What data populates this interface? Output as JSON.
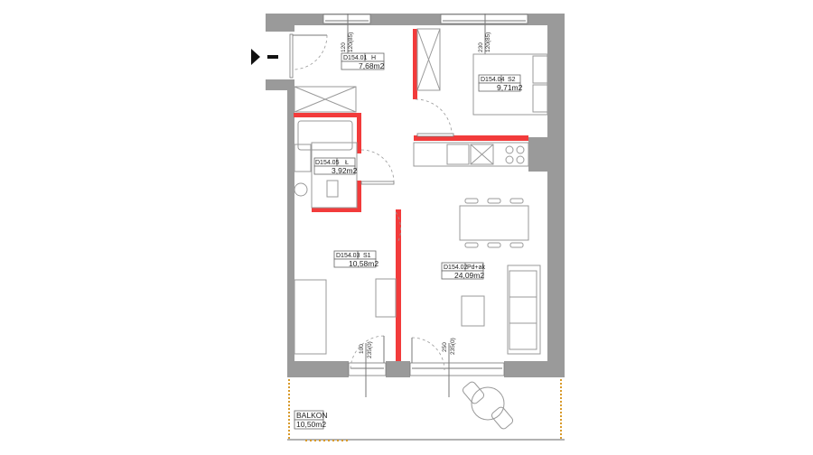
{
  "rooms": [
    {
      "id": "D154.01",
      "code": "H",
      "area": "7,68m2"
    },
    {
      "id": "D154.04",
      "code": "S2",
      "area": "9,71m2"
    },
    {
      "id": "D154.05",
      "code": "Ł",
      "area": "3,92m2"
    },
    {
      "id": "D154.03",
      "code": "S1",
      "area": "10,58m2"
    },
    {
      "id": "D154.02",
      "code": "Pd+ak",
      "area": "24,09m2"
    }
  ],
  "balcony": {
    "label": "BALKON",
    "area": "10,50m2"
  },
  "dimensions": {
    "window_h": [
      "120",
      "120(85)"
    ],
    "window_s2": [
      "230",
      "120(85)"
    ],
    "door_s1": [
      "100",
      "235(0)"
    ],
    "door_living": [
      "250",
      "235(0)"
    ]
  },
  "colors": {
    "wall": "#9a9a9a",
    "new_wall": "#f23b3b"
  }
}
